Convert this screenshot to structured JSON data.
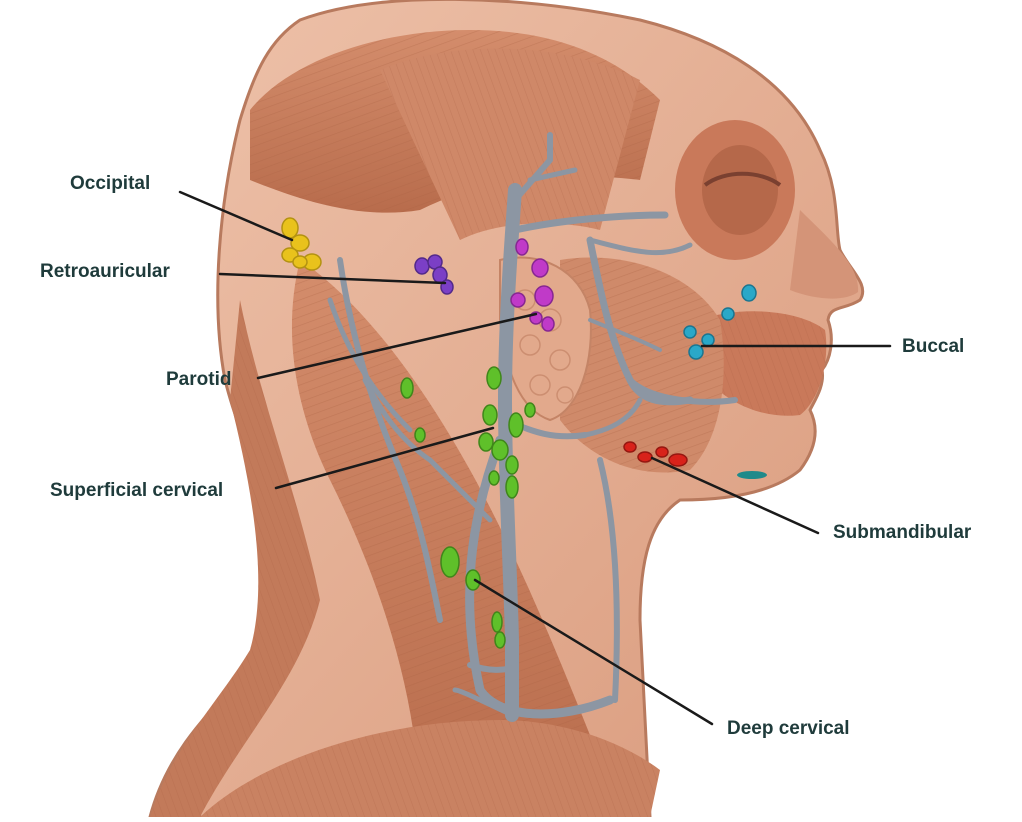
{
  "labels": {
    "occipital": "Occipital",
    "retroauricular": "Retroauricular",
    "parotid": "Parotid",
    "superficial_cervical": "Superficial cervical",
    "buccal": "Buccal",
    "submandibular": "Submandibular",
    "deep_cervical": "Deep cervical"
  },
  "colors": {
    "background": "#ffffff",
    "skin": "#e6b49c",
    "muscle": "#c98262",
    "muscle_dark": "#a85f42",
    "vein": "#8c96a3",
    "leader_line": "#1a1a1a",
    "label_text": "#1f3b3b",
    "node_occipital": "#e9c21c",
    "node_retroauricular": "#7b3fc6",
    "node_parotid": "#c03ac8",
    "node_superficial_cervical": "#5fc02a",
    "node_deep_cervical": "#5fc02a",
    "node_buccal": "#2aa8c8",
    "node_submandibular": "#d8221a"
  }
}
